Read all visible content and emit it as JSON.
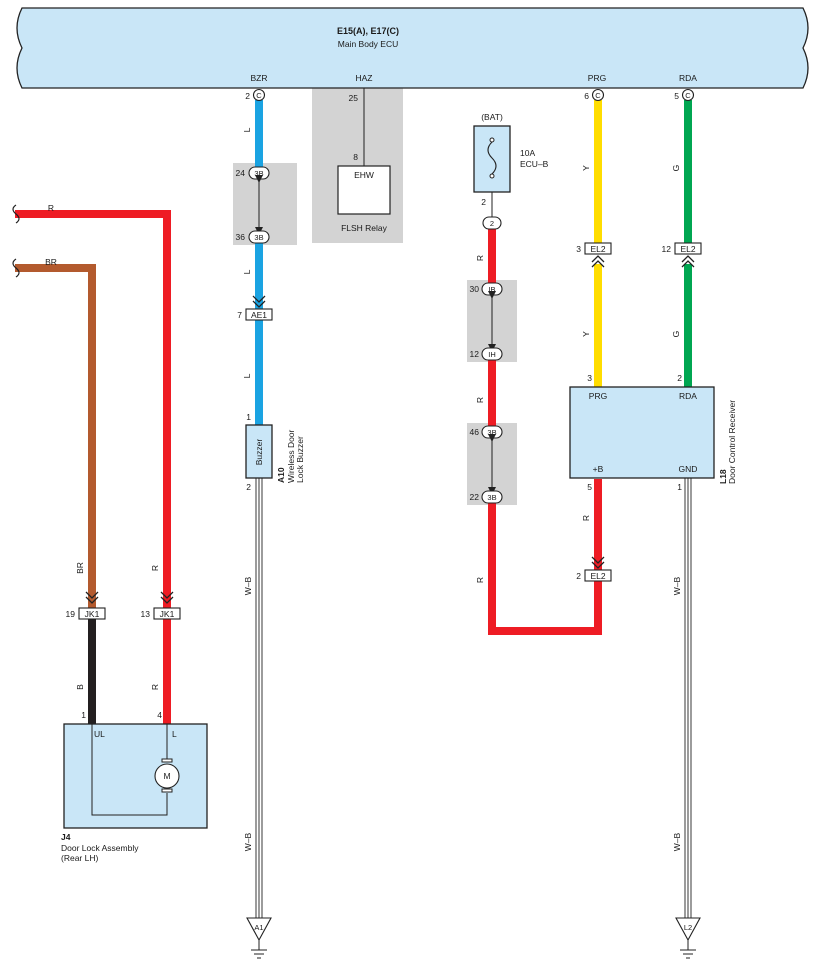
{
  "ecu": {
    "title": "E15(A), E17(C)",
    "name": "Main Body ECU",
    "pins": [
      {
        "label": "BZR",
        "num": "2",
        "conn": "C"
      },
      {
        "label": "HAZ",
        "num": "25"
      },
      {
        "label": "PRG",
        "num": "6",
        "conn": "C"
      },
      {
        "label": "RDA",
        "num": "5",
        "conn": "C"
      }
    ]
  },
  "relay": {
    "name": "FLSH Relay",
    "inner": "EHW",
    "pin": "8"
  },
  "fuse": {
    "source": "(BAT)",
    "rating": "10A",
    "name": "ECU–B",
    "pin": "2"
  },
  "junctions": [
    {
      "num": "24",
      "id": "3B"
    },
    {
      "num": "36",
      "id": "3B"
    },
    {
      "num": "30",
      "id": "IB"
    },
    {
      "num": "12",
      "id": "IH"
    },
    {
      "num": "46",
      "id": "3B"
    },
    {
      "num": "22",
      "id": "3B"
    },
    {
      "num": "2",
      "id": "2"
    }
  ],
  "connectors": [
    {
      "num": "7",
      "id": "AE1"
    },
    {
      "num": "3",
      "id": "EL2"
    },
    {
      "num": "12",
      "id": "EL2"
    },
    {
      "num": "2",
      "id": "EL2"
    },
    {
      "num": "19",
      "id": "JK1"
    },
    {
      "num": "13",
      "id": "JK1"
    }
  ],
  "buzzer": {
    "inner": "Buzzer",
    "code": "A10",
    "line1": "Wireless Door",
    "line2": "Lock Buzzer",
    "pin_top": "1",
    "pin_bottom": "2"
  },
  "receiver": {
    "code": "L18",
    "name": "Door Control Receiver",
    "pin_prg": "PRG",
    "pin_rda": "RDA",
    "pin_b": "+B",
    "pin_gnd": "GND",
    "num_prg": "3",
    "num_rda": "2",
    "num_b": "5",
    "num_gnd": "1"
  },
  "door_lock": {
    "code": "J4",
    "name": "Door Lock Assembly",
    "side": "(Rear LH)",
    "pin_ul": "UL",
    "pin_l": "L",
    "num_ul": "1",
    "num_l": "4",
    "motor": "M"
  },
  "grounds": [
    {
      "id": "A1"
    },
    {
      "id": "L2"
    }
  ],
  "wires": {
    "blue": "L",
    "red": "R",
    "brown": "BR",
    "black": "B",
    "yellow": "Y",
    "green": "G",
    "ground": "W–B"
  },
  "colors": {
    "blue": "#1aa3e2",
    "red": "#ee1c24",
    "brown": "#b35a2e",
    "black": "#231f20",
    "yellow": "#ffdd00",
    "green": "#00a651",
    "ecu_fill": "#c9e6f7",
    "shade": "#d3d3d3"
  }
}
